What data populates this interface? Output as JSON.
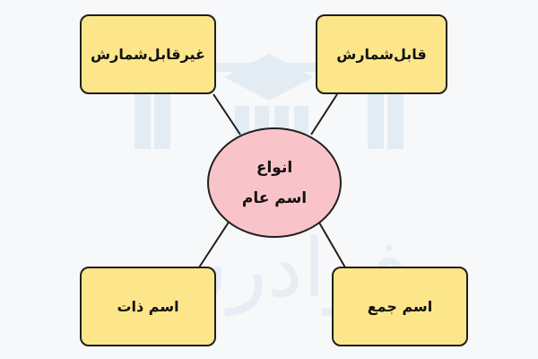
{
  "colors": {
    "box_fill": "#fde68a",
    "center_fill": "#f9c4c9",
    "stroke": "#1f1f1f",
    "background": "#f7f8fa",
    "watermark": "#e4ecf3"
  },
  "center": {
    "line1": "انواع",
    "line2": "اسم عام"
  },
  "nodes": {
    "top_left": "غیرقابل‌شمارش",
    "top_right": "قابل‌شمارش",
    "bottom_left": "اسم ذات",
    "bottom_right": "اسم جمع"
  },
  "watermark_logo": "فرادرس"
}
